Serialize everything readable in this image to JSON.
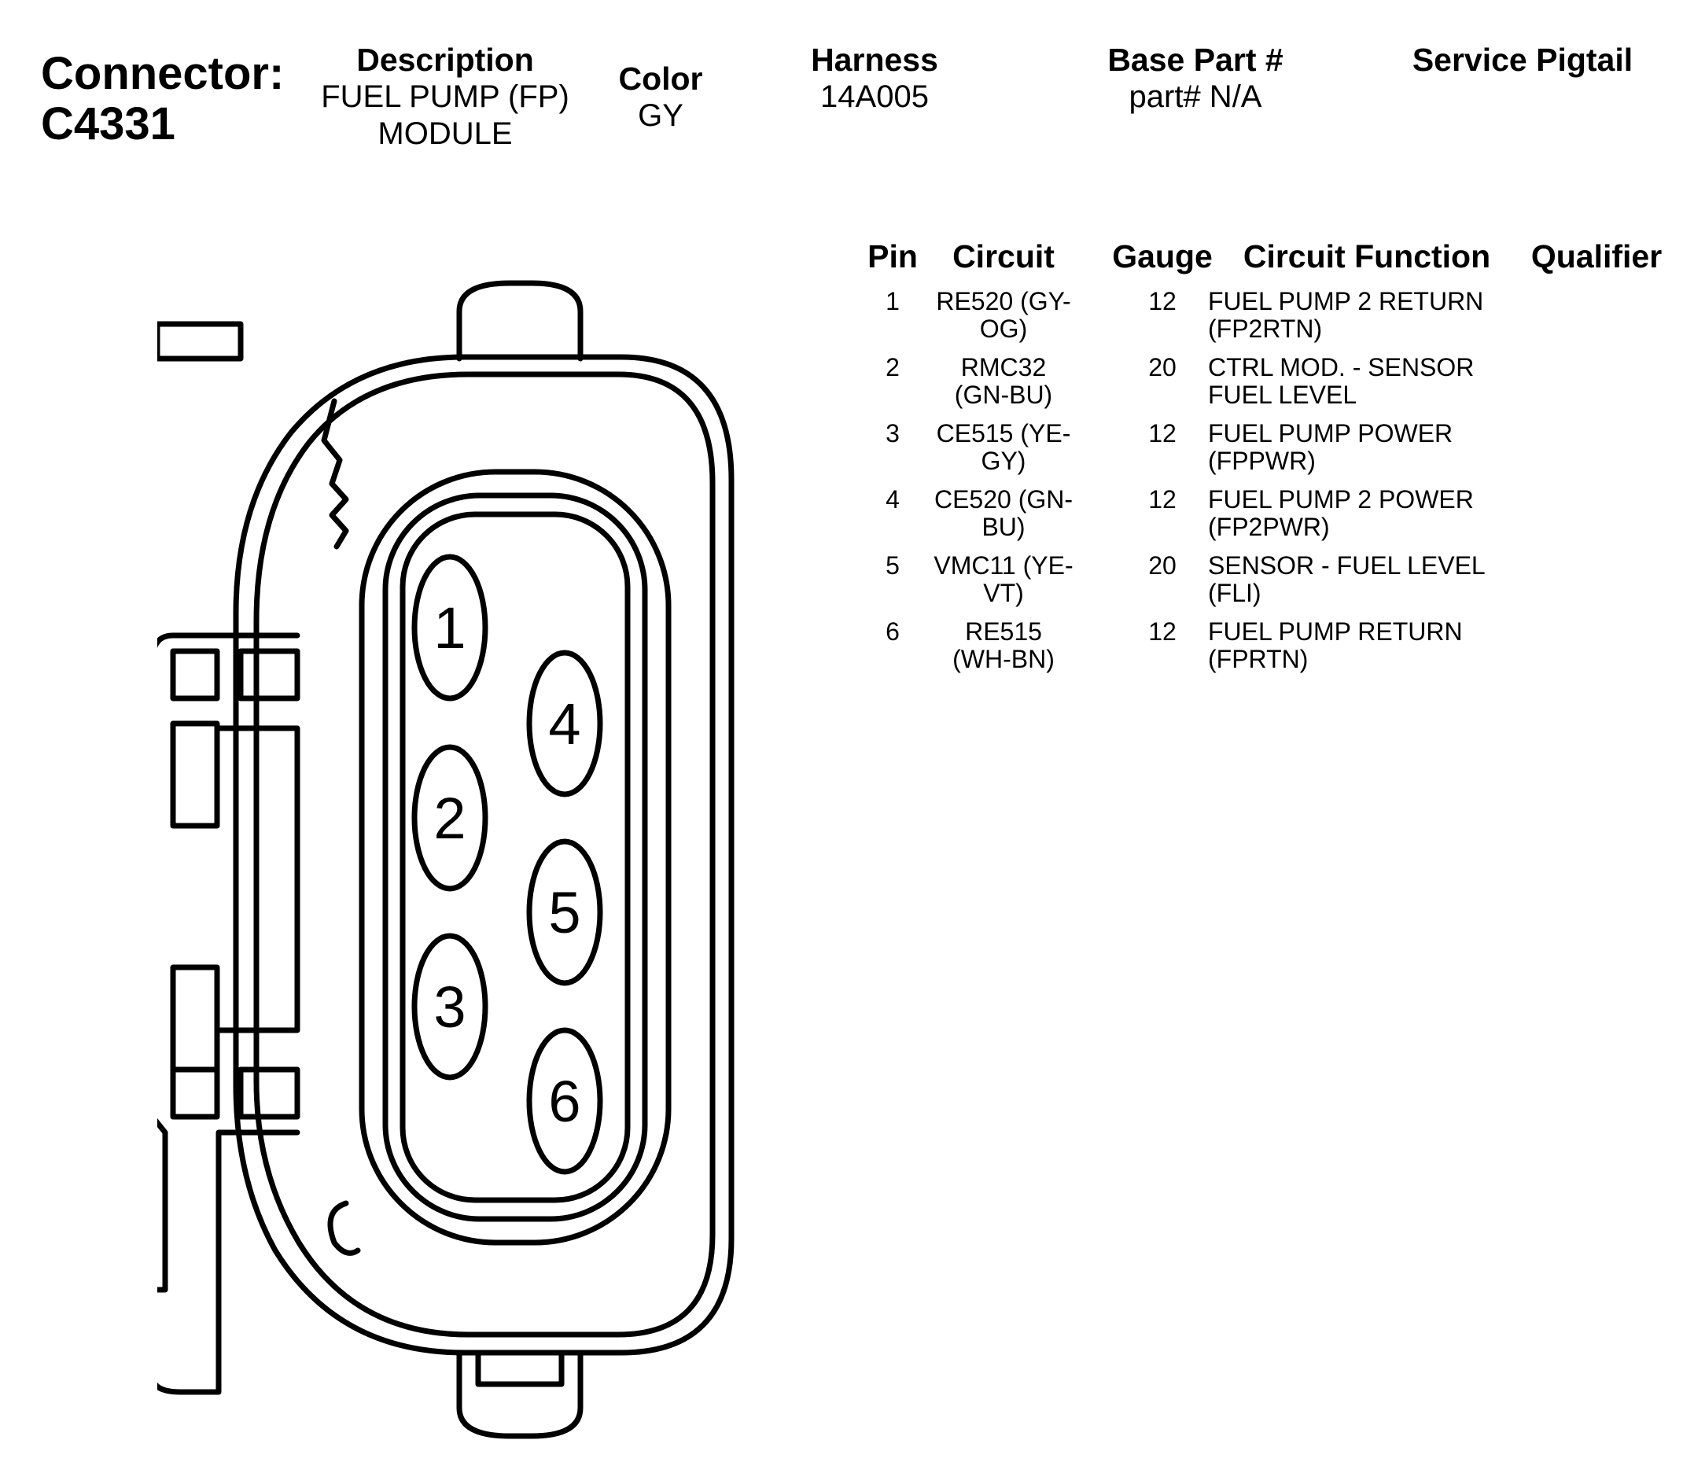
{
  "header": {
    "connector_label": "Connector:",
    "connector_id": "C4331",
    "description_title": "Description",
    "description_value": "FUEL PUMP (FP) MODULE",
    "color_title": "Color",
    "color_value": "GY",
    "harness_title": "Harness",
    "harness_value": "14A005",
    "base_part_title": "Base Part #",
    "base_part_value": "part# N/A",
    "service_pigtail_title": "Service Pigtail"
  },
  "table": {
    "headers": {
      "pin": "Pin",
      "circuit": "Circuit",
      "gauge": "Gauge",
      "function": "Circuit Function",
      "qualifier": "Qualifier"
    },
    "rows": [
      {
        "pin": "1",
        "circuit": "RE520 (GY-OG)",
        "gauge": "12",
        "function": "FUEL PUMP 2 RETURN (FP2RTN)"
      },
      {
        "pin": "2",
        "circuit": "RMC32 (GN-BU)",
        "gauge": "20",
        "function": "CTRL MOD. - SENSOR FUEL LEVEL"
      },
      {
        "pin": "3",
        "circuit": "CE515 (YE-GY)",
        "gauge": "12",
        "function": "FUEL PUMP POWER (FPPWR)"
      },
      {
        "pin": "4",
        "circuit": "CE520 (GN-BU)",
        "gauge": "12",
        "function": "FUEL PUMP 2 POWER (FP2PWR)"
      },
      {
        "pin": "5",
        "circuit": "VMC11 (YE-VT)",
        "gauge": "20",
        "function": "SENSOR - FUEL LEVEL (FLI)"
      },
      {
        "pin": "6",
        "circuit": "RE515 (WH-BN)",
        "gauge": "12",
        "function": "FUEL PUMP RETURN (FPRTN)"
      }
    ]
  },
  "diagram": {
    "pins": [
      "1",
      "2",
      "3",
      "4",
      "5",
      "6"
    ]
  }
}
